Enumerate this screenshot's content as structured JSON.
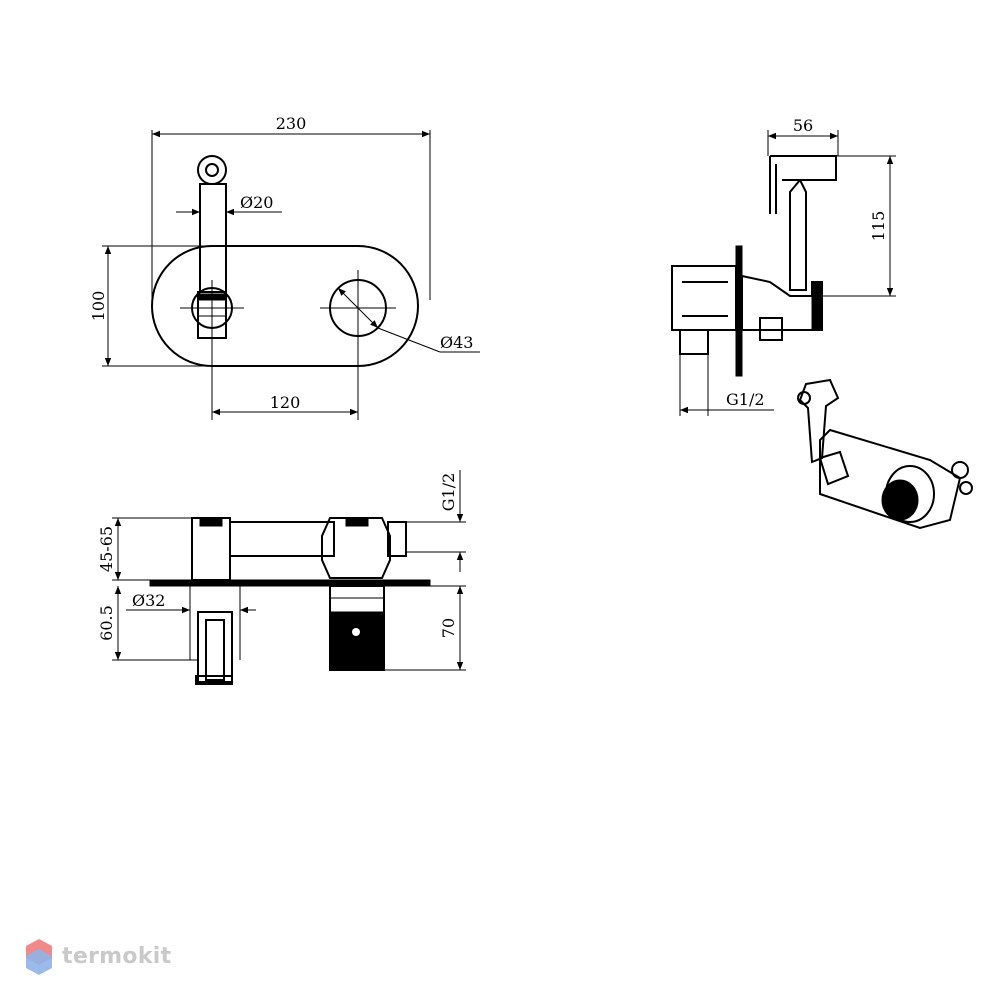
{
  "dimensions": {
    "width_total": "230",
    "height_plate": "100",
    "pitch": "120",
    "diameter_spout": "Ø20",
    "diameter_knob": "Ø43",
    "side_width": "56",
    "side_height": "115",
    "thread_side": "G1/2",
    "thread_front": "G1/2",
    "depth_range": "45-65",
    "depth_body": "60.5",
    "diameter_sleeve": "Ø32",
    "depth_box": "70"
  },
  "watermark": {
    "text": "termokit",
    "color": "#c9c9c9",
    "accent_colors": [
      "#f08a8a",
      "#8fb4e8"
    ]
  }
}
